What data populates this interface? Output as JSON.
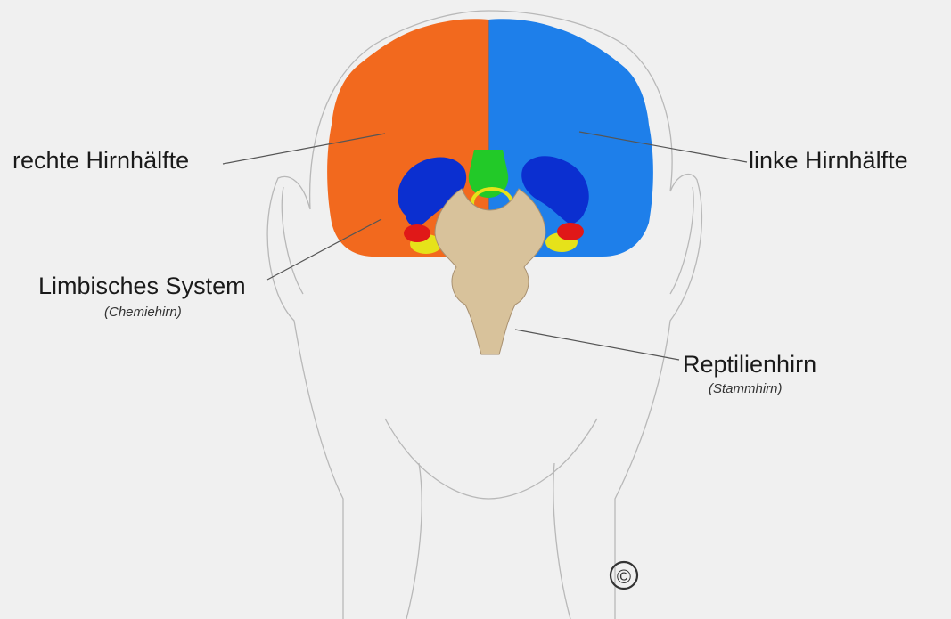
{
  "labels": {
    "right_hemisphere": "rechte Hirnhälfte",
    "left_hemisphere": "linke Hirnhälfte",
    "limbic_system": "Limbisches System",
    "limbic_system_sub": "(Chemiehirn)",
    "reptilian_brain": "Reptilienhirn",
    "reptilian_brain_sub": "(Stammhirn)"
  },
  "copyright_symbol": "©",
  "colors": {
    "background": "#f0f0f0",
    "outline": "#b8b8b8",
    "right_hemisphere": "#f2691e",
    "left_hemisphere": "#1e7fea",
    "limbic_blue": "#0b2fd0",
    "limbic_green": "#22c928",
    "limbic_red": "#e01818",
    "limbic_yellow": "#e6e21a",
    "brainstem": "#d8c29b",
    "leader_line": "#555555"
  }
}
